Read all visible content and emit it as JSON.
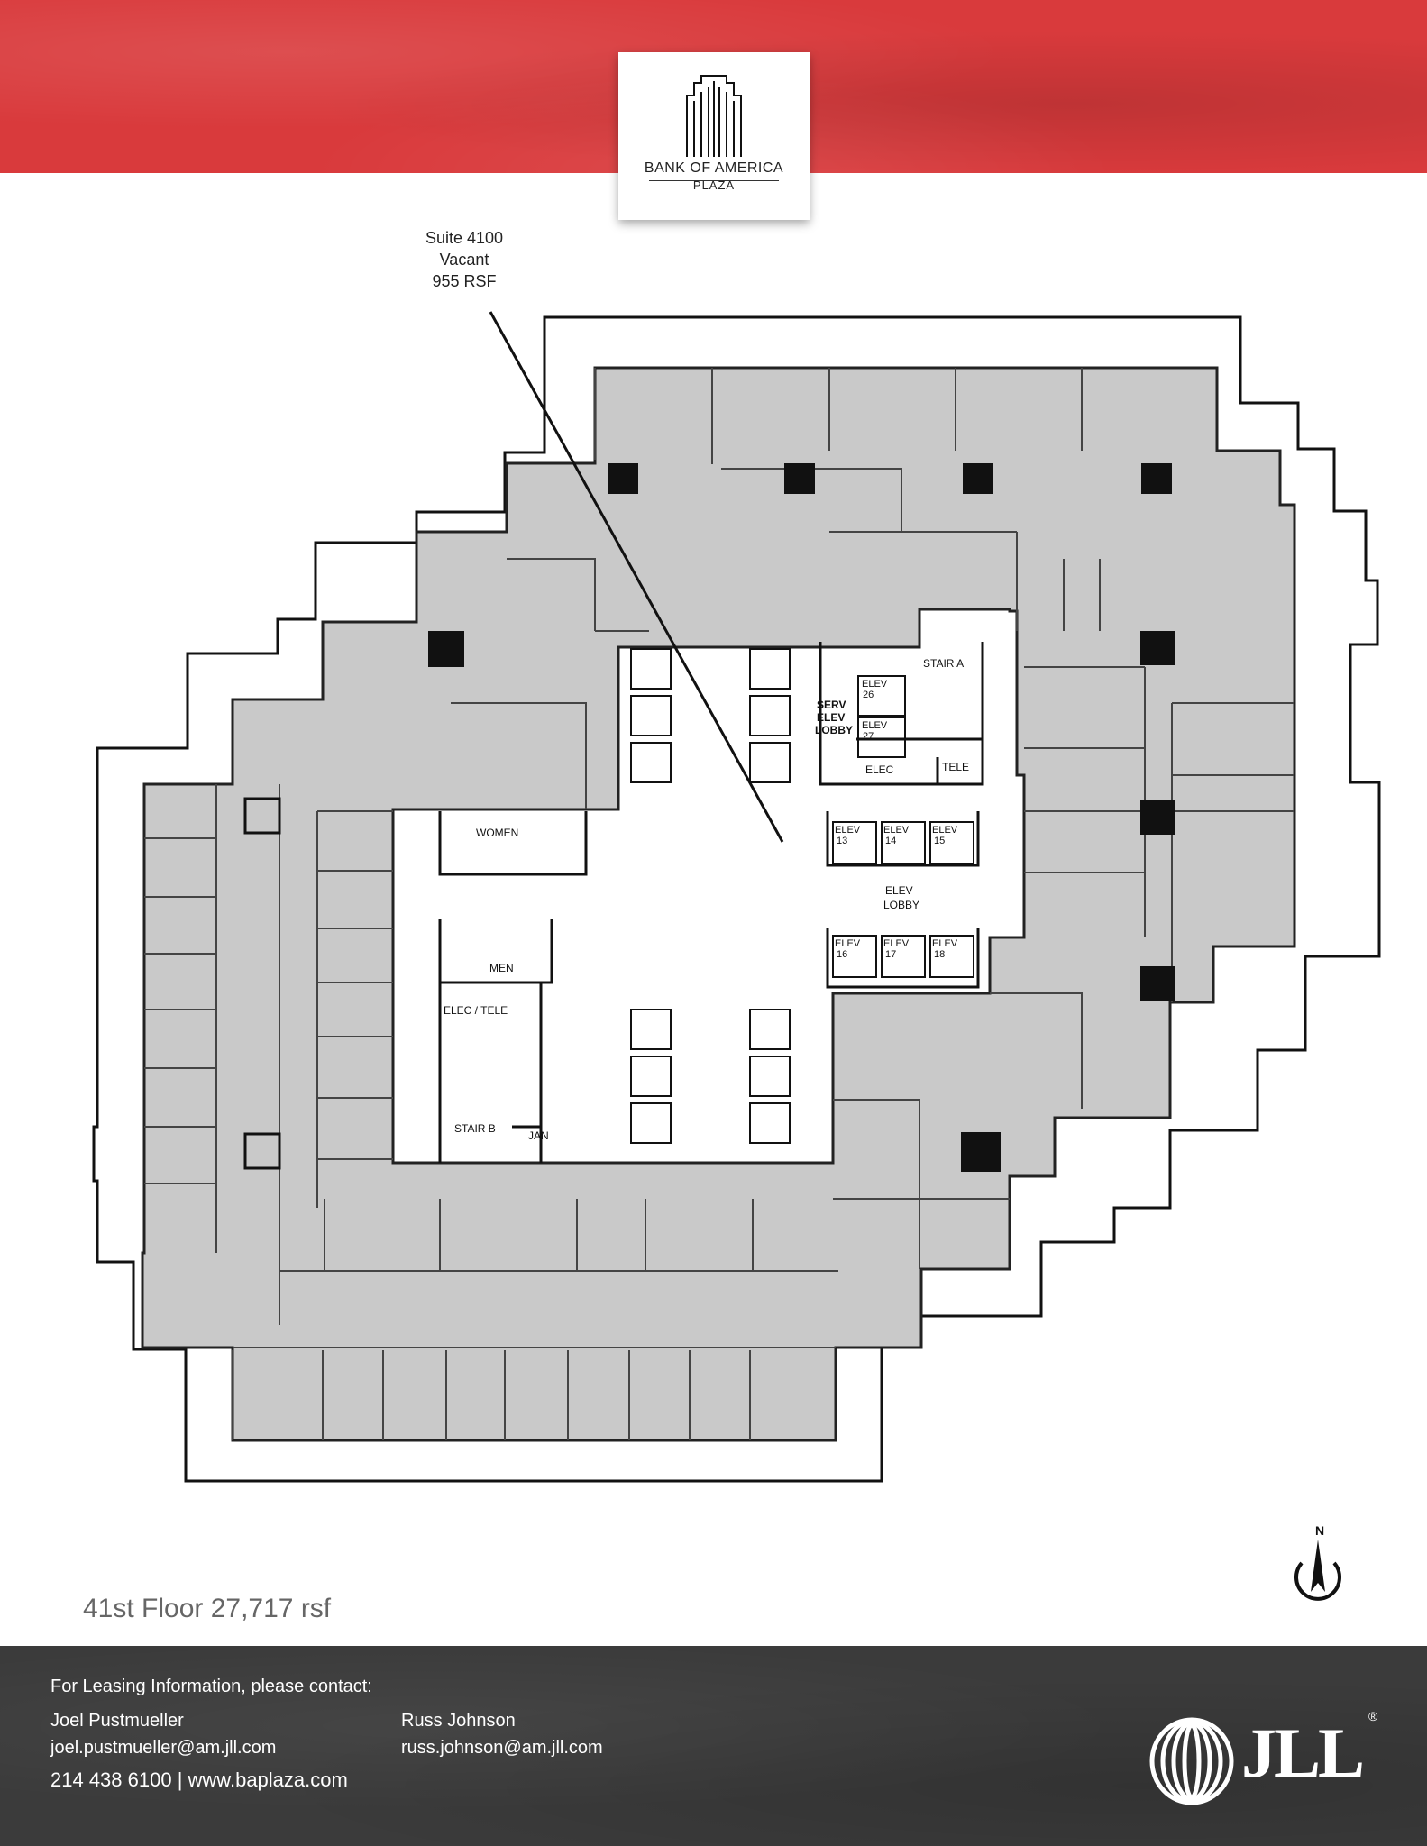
{
  "header": {
    "logo": {
      "line1": "BANK OF AMERICA",
      "line2": "PLAZA",
      "icon": "skyscraper-logo-icon"
    }
  },
  "callout": {
    "suite": "Suite 4100",
    "status": "Vacant",
    "area": "955 RSF"
  },
  "plan_labels": {
    "women": "WOMEN",
    "men": "MEN",
    "elec_tele": "ELEC / TELE",
    "stair_b": "STAIR B",
    "jan": "JAN",
    "stair_a": "STAIR A",
    "serv": "SERV",
    "elev_word": "ELEV",
    "lobby": "LOBBY",
    "elec": "ELEC",
    "tele": "TELE",
    "elev_lobby_1": "ELEV",
    "elev_lobby_2": "LOBBY",
    "elev_26": "26",
    "elev_27": "27",
    "elev_13": "13",
    "elev_14": "14",
    "elev_15": "15",
    "elev_16": "16",
    "elev_17": "17",
    "elev_18": "18"
  },
  "compass": {
    "north": "N",
    "icon": "north-arrow-icon"
  },
  "floor_caption": "41st Floor  27,717 rsf",
  "footer": {
    "intro": "For Leasing Information, please contact:",
    "contact1_name": "Joel Pustmueller",
    "contact1_email": "joel.pustmueller@am.jll.com",
    "contact2_name": "Russ Johnson",
    "contact2_email": "russ.johnson@am.jll.com",
    "phone_web": "214 438 6100  |  www.baplaza.com",
    "brand": "JLL",
    "brand_mark": "®",
    "brand_icon": "jll-logo-icon"
  },
  "colors": {
    "header_red": "#d93a3c",
    "footer_gray": "#3b3b3b",
    "space_gray": "#c8c8c8",
    "core_white": "#ffffff"
  }
}
